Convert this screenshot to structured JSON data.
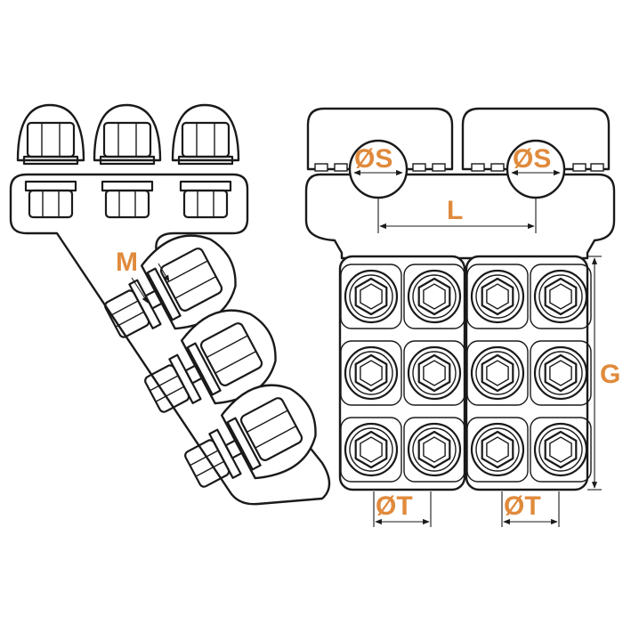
{
  "labels": {
    "m": "M",
    "s_left": "ØS",
    "s_right": "ØS",
    "l": "L",
    "g": "G",
    "t_left": "ØT",
    "t_right": "ØT"
  },
  "colors": {
    "label": "#e08a3c",
    "line": "#1a1a1a",
    "background": "#ffffff"
  }
}
